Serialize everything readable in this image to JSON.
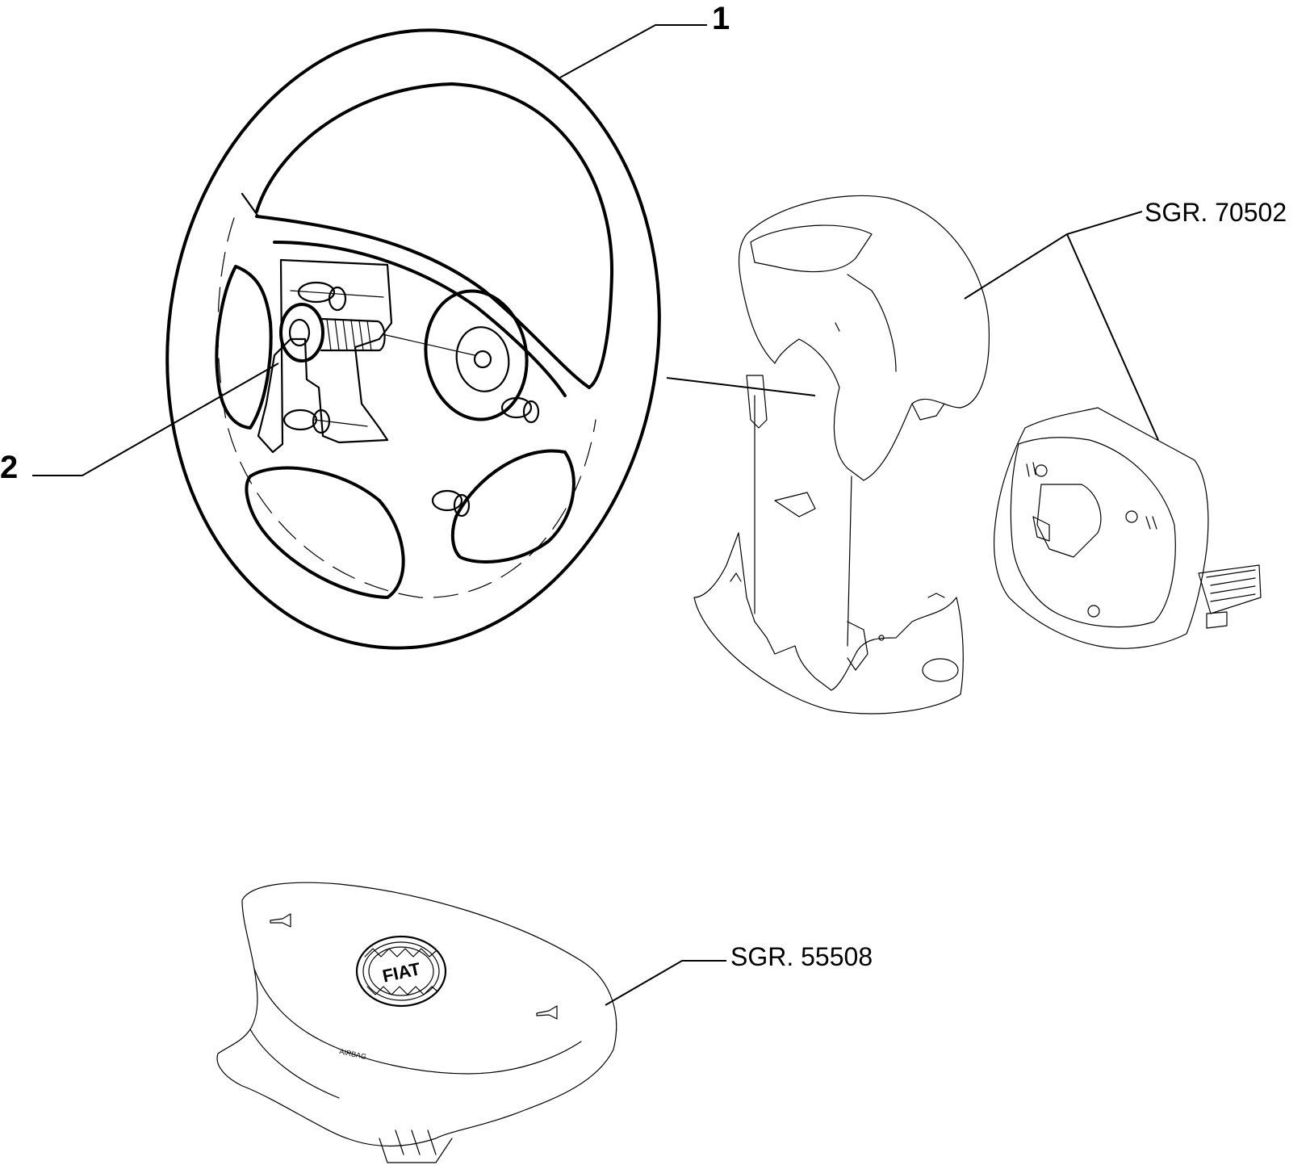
{
  "callouts": {
    "part1": "1",
    "part2": "2",
    "sgr_column_cover": "SGR. 70502",
    "sgr_airbag": "SGR. 55508"
  },
  "parts": {
    "emblem": "FIAT",
    "airbag_label": "AIRBAG"
  }
}
